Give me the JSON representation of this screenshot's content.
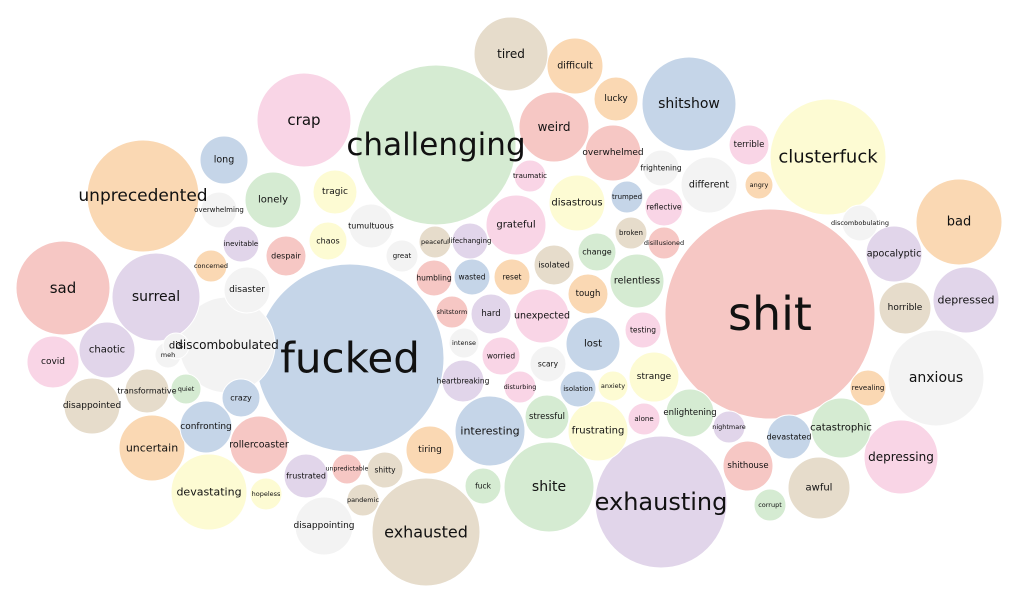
{
  "chart_data": {
    "type": "bubble",
    "palette": {
      "blue": "#c5d5e8",
      "green": "#d5ebd2",
      "pink": "#f9d5e6",
      "red": "#f6c7c4",
      "orange": "#fad8b3",
      "purple": "#e1d5ea",
      "tan": "#e6dccb",
      "yellow": "#fdfbd3",
      "gray": "#f3f3f3"
    },
    "bubbles": [
      {
        "word": "shit",
        "value": 100,
        "color": "red"
      },
      {
        "word": "fucked",
        "value": 94,
        "color": "blue"
      },
      {
        "word": "challenging",
        "value": 80,
        "color": "green"
      },
      {
        "word": "exhausting",
        "value": 66,
        "color": "purple"
      },
      {
        "word": "unprecedented",
        "value": 56,
        "color": "orange"
      },
      {
        "word": "clusterfuck",
        "value": 58,
        "color": "yellow"
      },
      {
        "word": "crap",
        "value": 47,
        "color": "pink"
      },
      {
        "word": "shitshow",
        "value": 47,
        "color": "blue"
      },
      {
        "word": "sad",
        "value": 47,
        "color": "red"
      },
      {
        "word": "surreal",
        "value": 44,
        "color": "purple"
      },
      {
        "word": "discombobulated",
        "value": 48,
        "color": "gray"
      },
      {
        "word": "anxious",
        "value": 48,
        "color": "gray"
      },
      {
        "word": "exhausted",
        "value": 54,
        "color": "tan"
      },
      {
        "word": "shite",
        "value": 45,
        "color": "green"
      },
      {
        "word": "bad",
        "value": 43,
        "color": "orange"
      },
      {
        "word": "depressing",
        "value": 37,
        "color": "pink"
      },
      {
        "word": "depressed",
        "value": 33,
        "color": "purple"
      },
      {
        "word": "tired",
        "value": 37,
        "color": "tan"
      },
      {
        "word": "weird",
        "value": 35,
        "color": "red"
      },
      {
        "word": "interesting",
        "value": 35,
        "color": "blue"
      },
      {
        "word": "uncertain",
        "value": 33,
        "color": "orange"
      },
      {
        "word": "devastating",
        "value": 38,
        "color": "yellow"
      },
      {
        "word": "catastrophic",
        "value": 30,
        "color": "green"
      },
      {
        "word": "awful",
        "value": 31,
        "color": "tan"
      },
      {
        "word": "rollercoaster",
        "value": 29,
        "color": "red"
      },
      {
        "word": "frustrating",
        "value": 30,
        "color": "yellow"
      },
      {
        "word": "apocalyptic",
        "value": 28,
        "color": "purple"
      },
      {
        "word": "lonely",
        "value": 28,
        "color": "green"
      },
      {
        "word": "chaotic",
        "value": 28,
        "color": "purple"
      },
      {
        "word": "overwhelmed",
        "value": 28,
        "color": "red"
      },
      {
        "word": "difficult",
        "value": 28,
        "color": "orange"
      },
      {
        "word": "different",
        "value": 28,
        "color": "gray"
      },
      {
        "word": "disastrous",
        "value": 28,
        "color": "yellow"
      },
      {
        "word": "horrible",
        "value": 26,
        "color": "tan"
      },
      {
        "word": "long",
        "value": 24,
        "color": "blue"
      },
      {
        "word": "covid",
        "value": 26,
        "color": "pink"
      },
      {
        "word": "disappointed",
        "value": 28,
        "color": "tan"
      },
      {
        "word": "grateful",
        "value": 30,
        "color": "pink"
      },
      {
        "word": "lost",
        "value": 27,
        "color": "blue"
      },
      {
        "word": "relentless",
        "value": 27,
        "color": "green"
      },
      {
        "word": "strange",
        "value": 25,
        "color": "yellow"
      },
      {
        "word": "disappointing",
        "value": 29,
        "color": "gray"
      },
      {
        "word": "confronting",
        "value": 26,
        "color": "blue"
      },
      {
        "word": "unexpected",
        "value": 27,
        "color": "pink"
      },
      {
        "word": "tiring",
        "value": 24,
        "color": "orange"
      },
      {
        "word": "lucky",
        "value": 22,
        "color": "orange"
      },
      {
        "word": "tragic",
        "value": 22,
        "color": "yellow"
      },
      {
        "word": "disaster",
        "value": 23,
        "color": "gray"
      },
      {
        "word": "terrible",
        "value": 20,
        "color": "pink"
      },
      {
        "word": "shithouse",
        "value": 25,
        "color": "red"
      },
      {
        "word": "devastated",
        "value": 22,
        "color": "blue"
      },
      {
        "word": "stressful",
        "value": 22,
        "color": "green"
      },
      {
        "word": "enlightening",
        "value": 24,
        "color": "green"
      },
      {
        "word": "hard",
        "value": 20,
        "color": "purple"
      },
      {
        "word": "tough",
        "value": 20,
        "color": "orange"
      },
      {
        "word": "isolated",
        "value": 20,
        "color": "tan"
      },
      {
        "word": "change",
        "value": 19,
        "color": "green"
      },
      {
        "word": "crazy",
        "value": 19,
        "color": "blue"
      },
      {
        "word": "despair",
        "value": 20,
        "color": "red"
      },
      {
        "word": "chaos",
        "value": 19,
        "color": "yellow"
      },
      {
        "word": "tumultuous",
        "value": 22,
        "color": "gray"
      },
      {
        "word": "frustrated",
        "value": 22,
        "color": "purple"
      },
      {
        "word": "transformative",
        "value": 22,
        "color": "tan"
      },
      {
        "word": "scary",
        "value": 18,
        "color": "gray"
      },
      {
        "word": "testing",
        "value": 18,
        "color": "pink"
      },
      {
        "word": "reset",
        "value": 18,
        "color": "orange"
      },
      {
        "word": "worried",
        "value": 19,
        "color": "pink"
      },
      {
        "word": "humbling",
        "value": 18,
        "color": "red"
      },
      {
        "word": "wasted",
        "value": 18,
        "color": "blue"
      },
      {
        "word": "heartbreaking",
        "value": 21,
        "color": "purple"
      },
      {
        "word": "isolation",
        "value": 18,
        "color": "blue"
      },
      {
        "word": "shitty",
        "value": 18,
        "color": "tan"
      },
      {
        "word": "fuck",
        "value": 18,
        "color": "green"
      },
      {
        "word": "alone",
        "value": 16,
        "color": "pink"
      },
      {
        "word": "inevitable",
        "value": 18,
        "color": "purple"
      },
      {
        "word": "reflective",
        "value": 19,
        "color": "pink"
      },
      {
        "word": "traumatic",
        "value": 16,
        "color": "pink"
      },
      {
        "word": "frightening",
        "value": 18,
        "color": "gray"
      },
      {
        "word": "overwhelming",
        "value": 18,
        "color": "gray"
      },
      {
        "word": "great",
        "value": 16,
        "color": "gray"
      },
      {
        "word": "nightmare",
        "value": 16,
        "color": "purple"
      },
      {
        "word": "disturbing",
        "value": 16,
        "color": "pink"
      },
      {
        "word": "pandemic",
        "value": 16,
        "color": "tan"
      },
      {
        "word": "revealing",
        "value": 18,
        "color": "orange"
      },
      {
        "word": "broken",
        "value": 16,
        "color": "tan"
      },
      {
        "word": "trumped",
        "value": 16,
        "color": "blue"
      },
      {
        "word": "quiet",
        "value": 15,
        "color": "green"
      },
      {
        "word": "hopeless",
        "value": 16,
        "color": "yellow"
      },
      {
        "word": "corrupt",
        "value": 16,
        "color": "green"
      },
      {
        "word": "peaceful",
        "value": 16,
        "color": "tan"
      },
      {
        "word": "concerned",
        "value": 16,
        "color": "orange"
      },
      {
        "word": "lifechanging",
        "value": 18,
        "color": "purple"
      },
      {
        "word": "shitstorm",
        "value": 16,
        "color": "red"
      },
      {
        "word": "intense",
        "value": 15,
        "color": "gray"
      },
      {
        "word": "anxiety",
        "value": 15,
        "color": "yellow"
      },
      {
        "word": "angry",
        "value": 14,
        "color": "orange"
      },
      {
        "word": "disillusioned",
        "value": 16,
        "color": "red"
      },
      {
        "word": "discombobulating",
        "value": 18,
        "color": "gray"
      },
      {
        "word": "unpredictable",
        "value": 15,
        "color": "red"
      },
      {
        "word": "meh",
        "value": 13,
        "color": "gray"
      },
      {
        "word": "dis",
        "value": 13,
        "color": "gray"
      }
    ]
  }
}
